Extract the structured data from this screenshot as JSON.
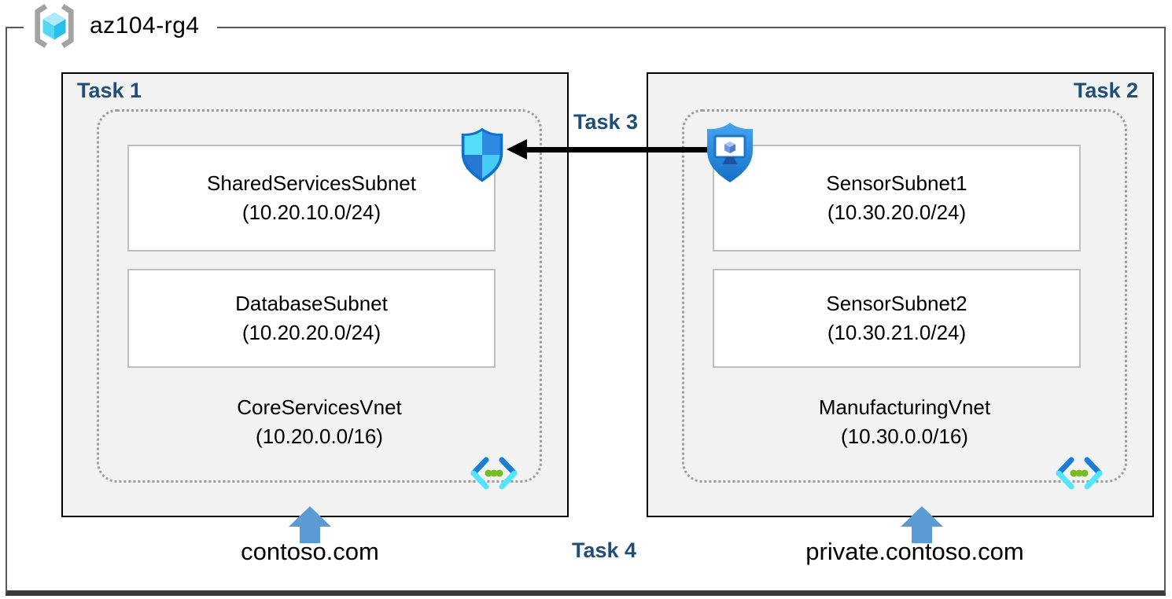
{
  "resource_group": {
    "name": "az104-rg4"
  },
  "vnets": [
    {
      "task_label": "Task 1",
      "name": "CoreServicesVnet",
      "cidr": "(10.20.0.0/16)",
      "dns_zone": "contoso.com",
      "subnets": [
        {
          "name": "SharedServicesSubnet",
          "cidr": "(10.20.10.0/24)"
        },
        {
          "name": "DatabaseSubnet",
          "cidr": "(10.20.20.0/24)"
        }
      ]
    },
    {
      "task_label": "Task 2",
      "name": "ManufacturingVnet",
      "cidr": "(10.30.0.0/16)",
      "dns_zone": "private.contoso.com",
      "subnets": [
        {
          "name": "SensorSubnet1",
          "cidr": "(10.30.20.0/24)"
        },
        {
          "name": "SensorSubnet2",
          "cidr": "(10.30.21.0/24)"
        }
      ]
    }
  ],
  "peering": {
    "label": "Task 3"
  },
  "dns": {
    "label": "Task 4"
  },
  "icons": {
    "resource_group": "resource-group-icon",
    "left_shield": "nsg-shield-icon",
    "right_shield": "bastion-icon",
    "vnet": "virtual-network-icon",
    "dns_arrow": "up-arrow-icon",
    "peering_arrow": "left-arrow"
  },
  "colors": {
    "navy": "#1F4E79",
    "frame": "#595959",
    "frame_bottom": "#3B3B3B",
    "box_fill": "#F2F2F2",
    "box_border": "#000000",
    "dotted": "#9E9E9E",
    "subnet_border": "#BFBFBF",
    "subnet_fill": "#FFFFFF",
    "text": "#000000",
    "black": "#000000",
    "arrow_blue": "#5B9BD5",
    "cyan_light": "#50E6FF",
    "blue_mid": "#2E8AE2",
    "green_dot": "#76BC21"
  }
}
